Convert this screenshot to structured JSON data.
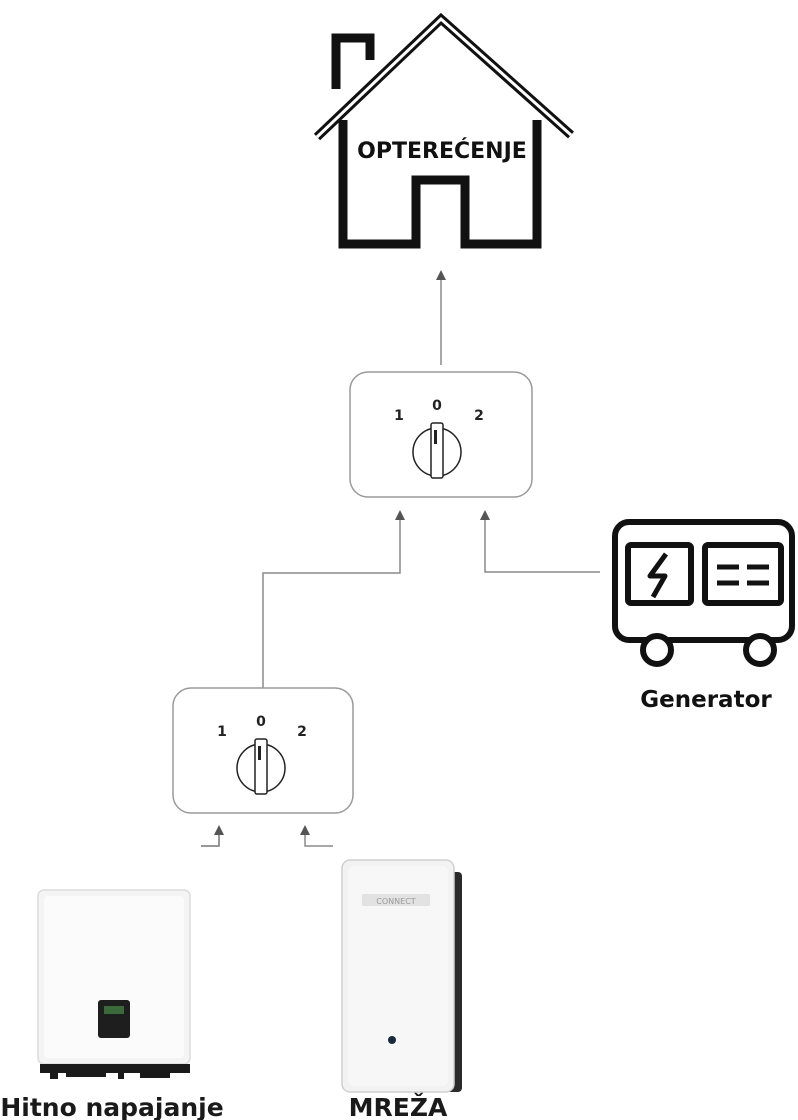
{
  "house": {
    "label": "OPTEREĆENJE",
    "icon": "house-icon"
  },
  "switch_upper": {
    "positions": [
      "1",
      "0",
      "2"
    ],
    "icon": "rotary-switch-icon"
  },
  "switch_lower": {
    "positions": [
      "1",
      "0",
      "2"
    ],
    "icon": "rotary-switch-icon"
  },
  "generator": {
    "label": "Generator",
    "icon": "generator-icon"
  },
  "inverter": {
    "label": "Hitno napajanje",
    "icon": "inverter-device-icon"
  },
  "grid": {
    "label": "MREŽA",
    "brand_text": "CONNECT",
    "icon": "grid-meter-device-icon"
  },
  "colors": {
    "line": "#8a8a8a",
    "icon_stroke": "#111111",
    "box_stroke": "#9a9a9a"
  }
}
